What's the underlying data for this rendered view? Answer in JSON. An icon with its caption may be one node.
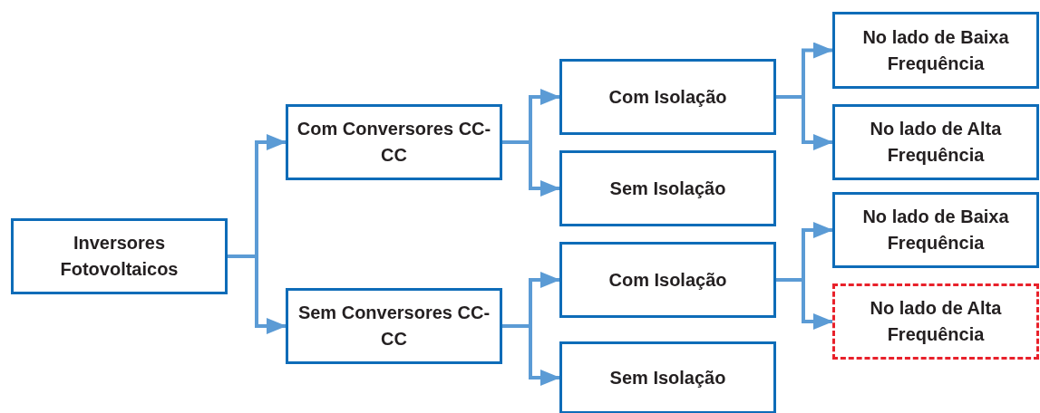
{
  "diagram": {
    "nodes": [
      {
        "text": [
          "Inversores Fotovoltaicos"
        ]
      },
      {
        "text": [
          "Com Conversores CC-CC"
        ]
      },
      {
        "text": [
          "Sem Conversores CC-CC"
        ]
      },
      {
        "text": [
          "Com Isolação"
        ]
      },
      {
        "text": [
          "Sem Isolação"
        ]
      },
      {
        "text": [
          "Com Isolação"
        ]
      },
      {
        "text": [
          "Sem Isolação"
        ]
      },
      {
        "text": [
          "No lado de Baixa Frequência"
        ]
      },
      {
        "text": [
          "No lado de Alta Frequência"
        ]
      },
      {
        "text": [
          "No lado de Baixa Frequência"
        ]
      },
      {
        "text": [
          "No lado de Alta Frequência"
        ]
      }
    ],
    "edges": [
      {
        "from": 0,
        "to": 1,
        "arrow": "to"
      },
      {
        "from": 0,
        "to": 2,
        "arrow": "to"
      },
      {
        "from": 1,
        "to": 3,
        "arrow": "to"
      },
      {
        "from": 1,
        "to": 4,
        "arrow": "to"
      },
      {
        "from": 2,
        "to": 5,
        "arrow": "to"
      },
      {
        "from": 2,
        "to": 6,
        "arrow": "to"
      },
      {
        "from": 3,
        "to": 7,
        "arrow": "to"
      },
      {
        "from": 3,
        "to": 8,
        "arrow": "to"
      },
      {
        "from": 5,
        "to": 9,
        "arrow": "to"
      },
      {
        "from": 5,
        "to": 10,
        "arrow": "to"
      }
    ]
  }
}
